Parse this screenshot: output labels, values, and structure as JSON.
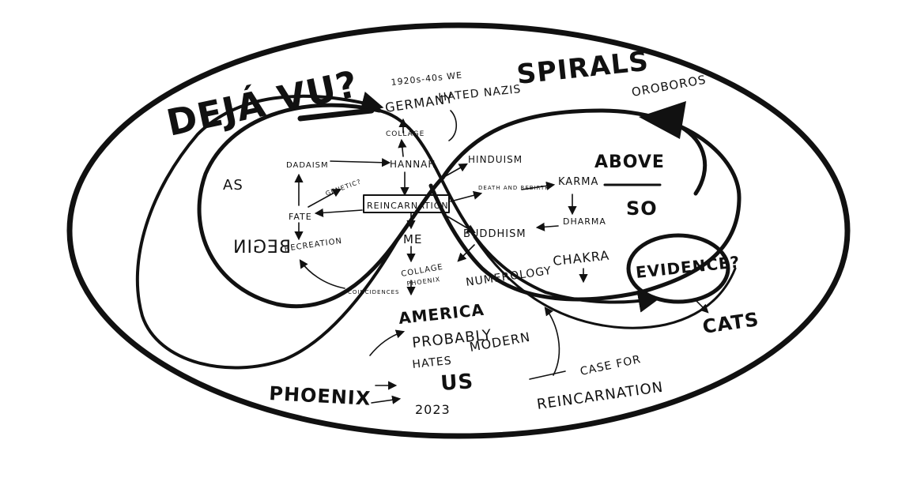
{
  "colors": {
    "ink": "#111111",
    "paper": "#ffffff"
  },
  "labels": {
    "deja_vu": "DEJÁ VU?",
    "spirals": "SPIRALS",
    "ouroboros": "OROBOROS",
    "years_hate": "1920s-40s WE",
    "hated_nazis": "HATED NAZIS",
    "germany": "GERMANY",
    "collage_top": "COLLAGE",
    "hannah": "HANNAH",
    "dadaism": "DADAISM",
    "hinduism": "HINDUISM",
    "as": "AS",
    "genetic": "GENETIC?",
    "fate": "FATE",
    "reincarnation_center": "REINCARNATION",
    "death_rebirth": "DEATH AND REBIRTH",
    "karma": "KARMA",
    "above": "ABOVE",
    "so": "SO",
    "dharma": "DHARMA",
    "begin": "BEGIN",
    "recreation": "RECREATION",
    "me": "ME",
    "buddhism": "BUDDHISM",
    "chakra": "CHAKRA",
    "evidence": "EVIDENCE?",
    "collage_bottom": "COLLAGE",
    "phoenix_small": "PHOENIX",
    "numerology": "NUMEROLOGY",
    "coincidences": "COINCIDENCES",
    "america": "AMERICA",
    "probably": "PROBABLY",
    "hates": "HATES",
    "modern": "MODERN",
    "us": "US",
    "cats": "CATS",
    "case_for": "CASE FOR",
    "reincarnation_case": "REINCARNATION",
    "phoenix": "PHOENIX",
    "year_2023": "2023"
  }
}
